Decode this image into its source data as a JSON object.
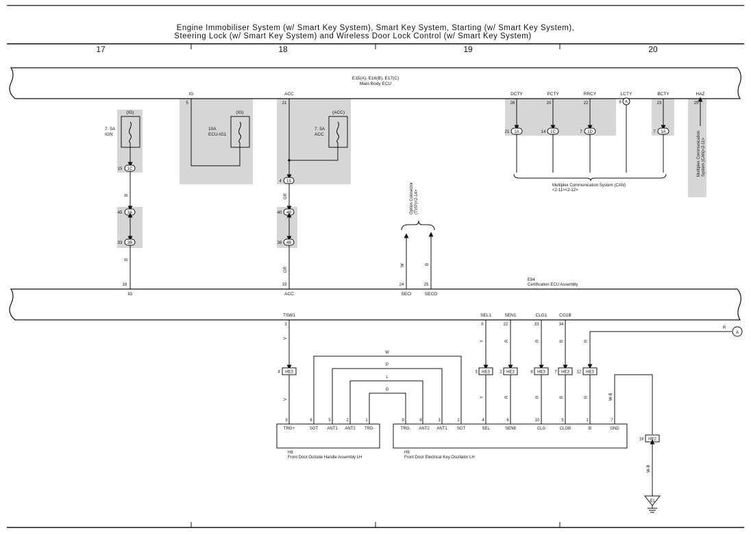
{
  "title": {
    "line1": "Engine Immobiliser System (w/ Smart Key System),  Smart Key System,  Starting (w/ Smart Key System),",
    "line2": "Steering Lock (w/ Smart Key System) and Wireless Door Lock Control (w/ Smart Key System)"
  },
  "columns": [
    "17",
    "18",
    "19",
    "20"
  ],
  "main_body_ecu": {
    "code": "E15(A), E16(B), E17(C)",
    "name": "Main Body ECU"
  },
  "ecu_terminals": {
    "ig": {
      "name": "IG",
      "pin": "5"
    },
    "acc": {
      "name": "ACC",
      "pin": "21"
    },
    "dcty": {
      "name": "DCTY",
      "pin": "26",
      "conn": "1A",
      "cpin": "21"
    },
    "pcty": {
      "name": "PCTY",
      "pin": "20",
      "conn": "1C",
      "cpin": "14"
    },
    "rrcy": {
      "name": "RRCY",
      "pin": "22",
      "conn": "1D",
      "cpin": "7"
    },
    "lcty": {
      "name": "LCTY",
      "pin": "8",
      "conn": "A"
    },
    "bcty": {
      "name": "BCTY",
      "pin": "23",
      "conn": "1A",
      "cpin": "7"
    },
    "haz": {
      "name": "HAZ",
      "pin": "25"
    }
  },
  "fuses": {
    "ign": {
      "tag": "(IG)",
      "rating": "7. 5A",
      "name": "IGN"
    },
    "ecuig1": {
      "tag": "(IG)",
      "rating": "10A",
      "name": "ECU-IG1"
    },
    "acc": {
      "tag": "(ACC)",
      "rating": "7. 5A",
      "name": "ACC"
    }
  },
  "connectors": {
    "ign_1c": {
      "pin": "15",
      "label": "1C"
    },
    "acc_1s": {
      "pin": "4",
      "label": "1S"
    },
    "ig_3a": {
      "pin": "45",
      "label": "3A"
    },
    "ig_3b": {
      "pin": "33",
      "label": "3B"
    },
    "acc_4b_top": {
      "pin": "40",
      "label": "4B"
    },
    "acc_4b_bot": {
      "pin": "38",
      "label": "4B"
    }
  },
  "wire_colors": {
    "ig_upper": "B",
    "ig_lower": "B",
    "acc_upper": "GR",
    "acc_lower": "GR",
    "seci": "W",
    "seco": "B"
  },
  "multiplex": {
    "can_line1": "Multiplex Communication System (CAN)",
    "can_line2": "<2-11><2-12>",
    "haz_line1": "Multiplex Communication",
    "haz_line2": "System (CAN)<2-11>"
  },
  "option_connector": {
    "line1": "Option Connector",
    "line2": "(TVIP)<2-14>"
  },
  "cert_ecu": {
    "code": "E84",
    "name": "Certification ECU Assembly",
    "top_pins": [
      {
        "name": "IG",
        "pin": "18"
      },
      {
        "name": "ACC",
        "pin": "19"
      },
      {
        "name": "SECI",
        "pin": "24"
      },
      {
        "name": "SECO",
        "pin": "25"
      }
    ],
    "bottom_pins": [
      {
        "name": "TSW1",
        "pin": "3"
      },
      {
        "name": "SEL1",
        "pin": "5"
      },
      {
        "name": "SEN1",
        "pin": "22"
      },
      {
        "name": "CLG1",
        "pin": "33"
      },
      {
        "name": "CG1B",
        "pin": "34"
      }
    ]
  },
  "he_connectors": [
    {
      "pin": "4",
      "label": "HE3"
    },
    {
      "pin": "3",
      "label": "HE3"
    },
    {
      "pin": "2",
      "label": "HE3"
    },
    {
      "pin": "8",
      "label": "HE3"
    },
    {
      "pin": "7",
      "label": "HE3"
    },
    {
      "pin": "12",
      "label": "HE3"
    },
    {
      "pin": "18",
      "label": "HE2"
    }
  ],
  "lower_wire_colors": {
    "tsw1_a": "V",
    "tsw1_b": "V",
    "sel_a": "Y",
    "sel_b": "Y",
    "sen_a": "R",
    "sen_b": "R",
    "clg_a": "R",
    "clg_b": "R",
    "clgb_a": "B",
    "clgb_b": "B",
    "b_a": "R",
    "b_b": "R",
    "r_right": "R",
    "gnd_a": "W-B",
    "gnd_b": "W-B",
    "loop_w": "W",
    "loop_p": "P",
    "loop_l": "L",
    "loop_g": "G"
  },
  "junction_a": "A",
  "h8": {
    "code": "H8",
    "name": "Front Door Outside Handle Assembly LH",
    "pins": [
      {
        "name": "TRG+",
        "pin": "3"
      },
      {
        "name": "SGT",
        "pin": "6"
      },
      {
        "name": "ANT1",
        "pin": "5"
      },
      {
        "name": "ANT2",
        "pin": "2"
      },
      {
        "name": "TRG-",
        "pin": "1"
      }
    ]
  },
  "h9": {
    "code": "H9",
    "name": "Front Door Electrical Key Oscillator LH",
    "pins": [
      {
        "name": "TRG-",
        "pin": "9"
      },
      {
        "name": "ANT2",
        "pin": "8"
      },
      {
        "name": "ANT1",
        "pin": "3"
      },
      {
        "name": "SGT",
        "pin": "2"
      },
      {
        "name": "SEL",
        "pin": "4"
      },
      {
        "name": "SEN8",
        "pin": "6"
      },
      {
        "name": "CLG",
        "pin": "10"
      },
      {
        "name": "CLGB",
        "pin": "5"
      },
      {
        "name": "B",
        "pin": "1"
      },
      {
        "name": "GND",
        "pin": "7"
      }
    ]
  },
  "ground": "E1"
}
